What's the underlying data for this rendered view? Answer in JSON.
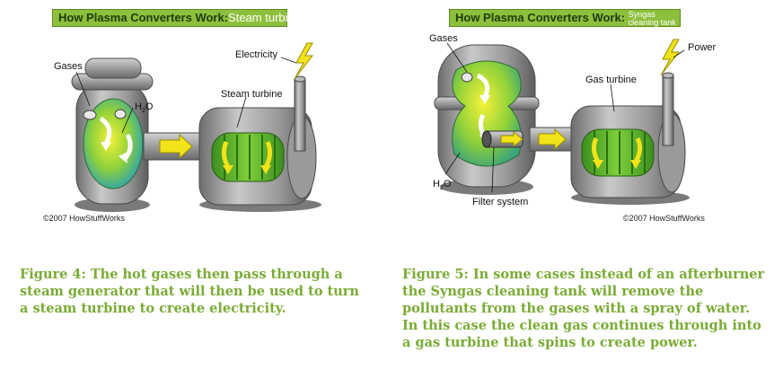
{
  "figure4": {
    "banner_title": "How Plasma Converters Work:",
    "banner_subtitle": "Steam turbines",
    "labels": {
      "gases": "Gases",
      "h2o": "H",
      "h2o_sub": "2",
      "h2o_end": "O",
      "steam_turbine": "Steam turbine",
      "electricity": "Electricity"
    },
    "credit": "©2007 HowStuffWorks",
    "caption_lines": [
      "Figure 4: The hot gases then pass through a",
      "steam generator that will then be used to turn",
      "a steam turbine to create electricity."
    ]
  },
  "figure5": {
    "banner_title": "How Plasma Converters Work:",
    "banner_subtitle_line1": "Syngas",
    "banner_subtitle_line2": "cleaning tank",
    "labels": {
      "gases": "Gases",
      "power": "Power",
      "gas_turbine": "Gas turbine",
      "h2o": "H",
      "h2o_sub": "2",
      "h2o_end": "O",
      "filter_system": "Filter system"
    },
    "credit": "©2007 HowStuffWorks",
    "caption_lines": [
      "Figure 5: In some cases instead of an afterburner",
      "the Syngas cleaning tank will remove the",
      "pollutants from the gases with a spray of water.",
      "In this case the clean gas continues through into",
      "a gas turbine that spins to create power."
    ]
  },
  "colors": {
    "banner_green": "#8dbf3c",
    "caption_green": "#7aab35",
    "arrow_yellow": "#f2e31a",
    "metal_gray": "#8c8c8c"
  }
}
